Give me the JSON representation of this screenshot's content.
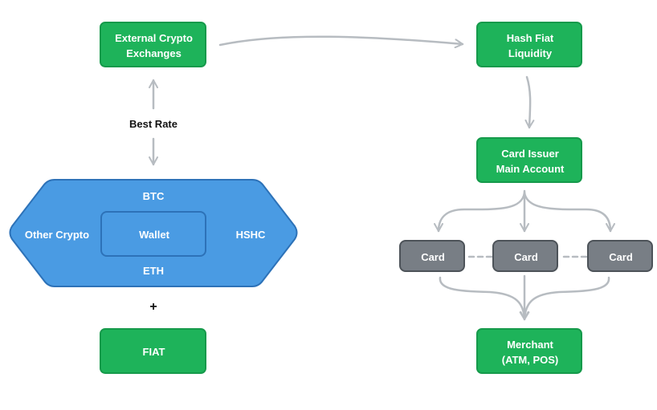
{
  "colors": {
    "green_fill": "#1eb35a",
    "green_stroke": "#169a4b",
    "blue_fill": "#4a9be3",
    "blue_stroke": "#2d72b8",
    "gray_fill": "#787e85",
    "gray_stroke": "#4d5359",
    "arrow": "#b7bcc1",
    "text_light": "#ffffff",
    "text_dark": "#111111"
  },
  "nodes": {
    "external_exchanges": "External Crypto\nExchanges",
    "hash_fiat": "Hash Fiat\nLiquidity",
    "card_issuer": "Card Issuer\nMain Account",
    "merchant": "Merchant\n(ATM, POS)",
    "fiat": "FIAT",
    "card_1": "Card",
    "card_2": "Card",
    "card_3": "Card"
  },
  "wallet_group": {
    "top": "BTC",
    "left": "Other Crypto",
    "center": "Wallet",
    "right": "HSHC",
    "bottom": "ETH"
  },
  "labels": {
    "best_rate": "Best Rate",
    "plus": "+"
  }
}
